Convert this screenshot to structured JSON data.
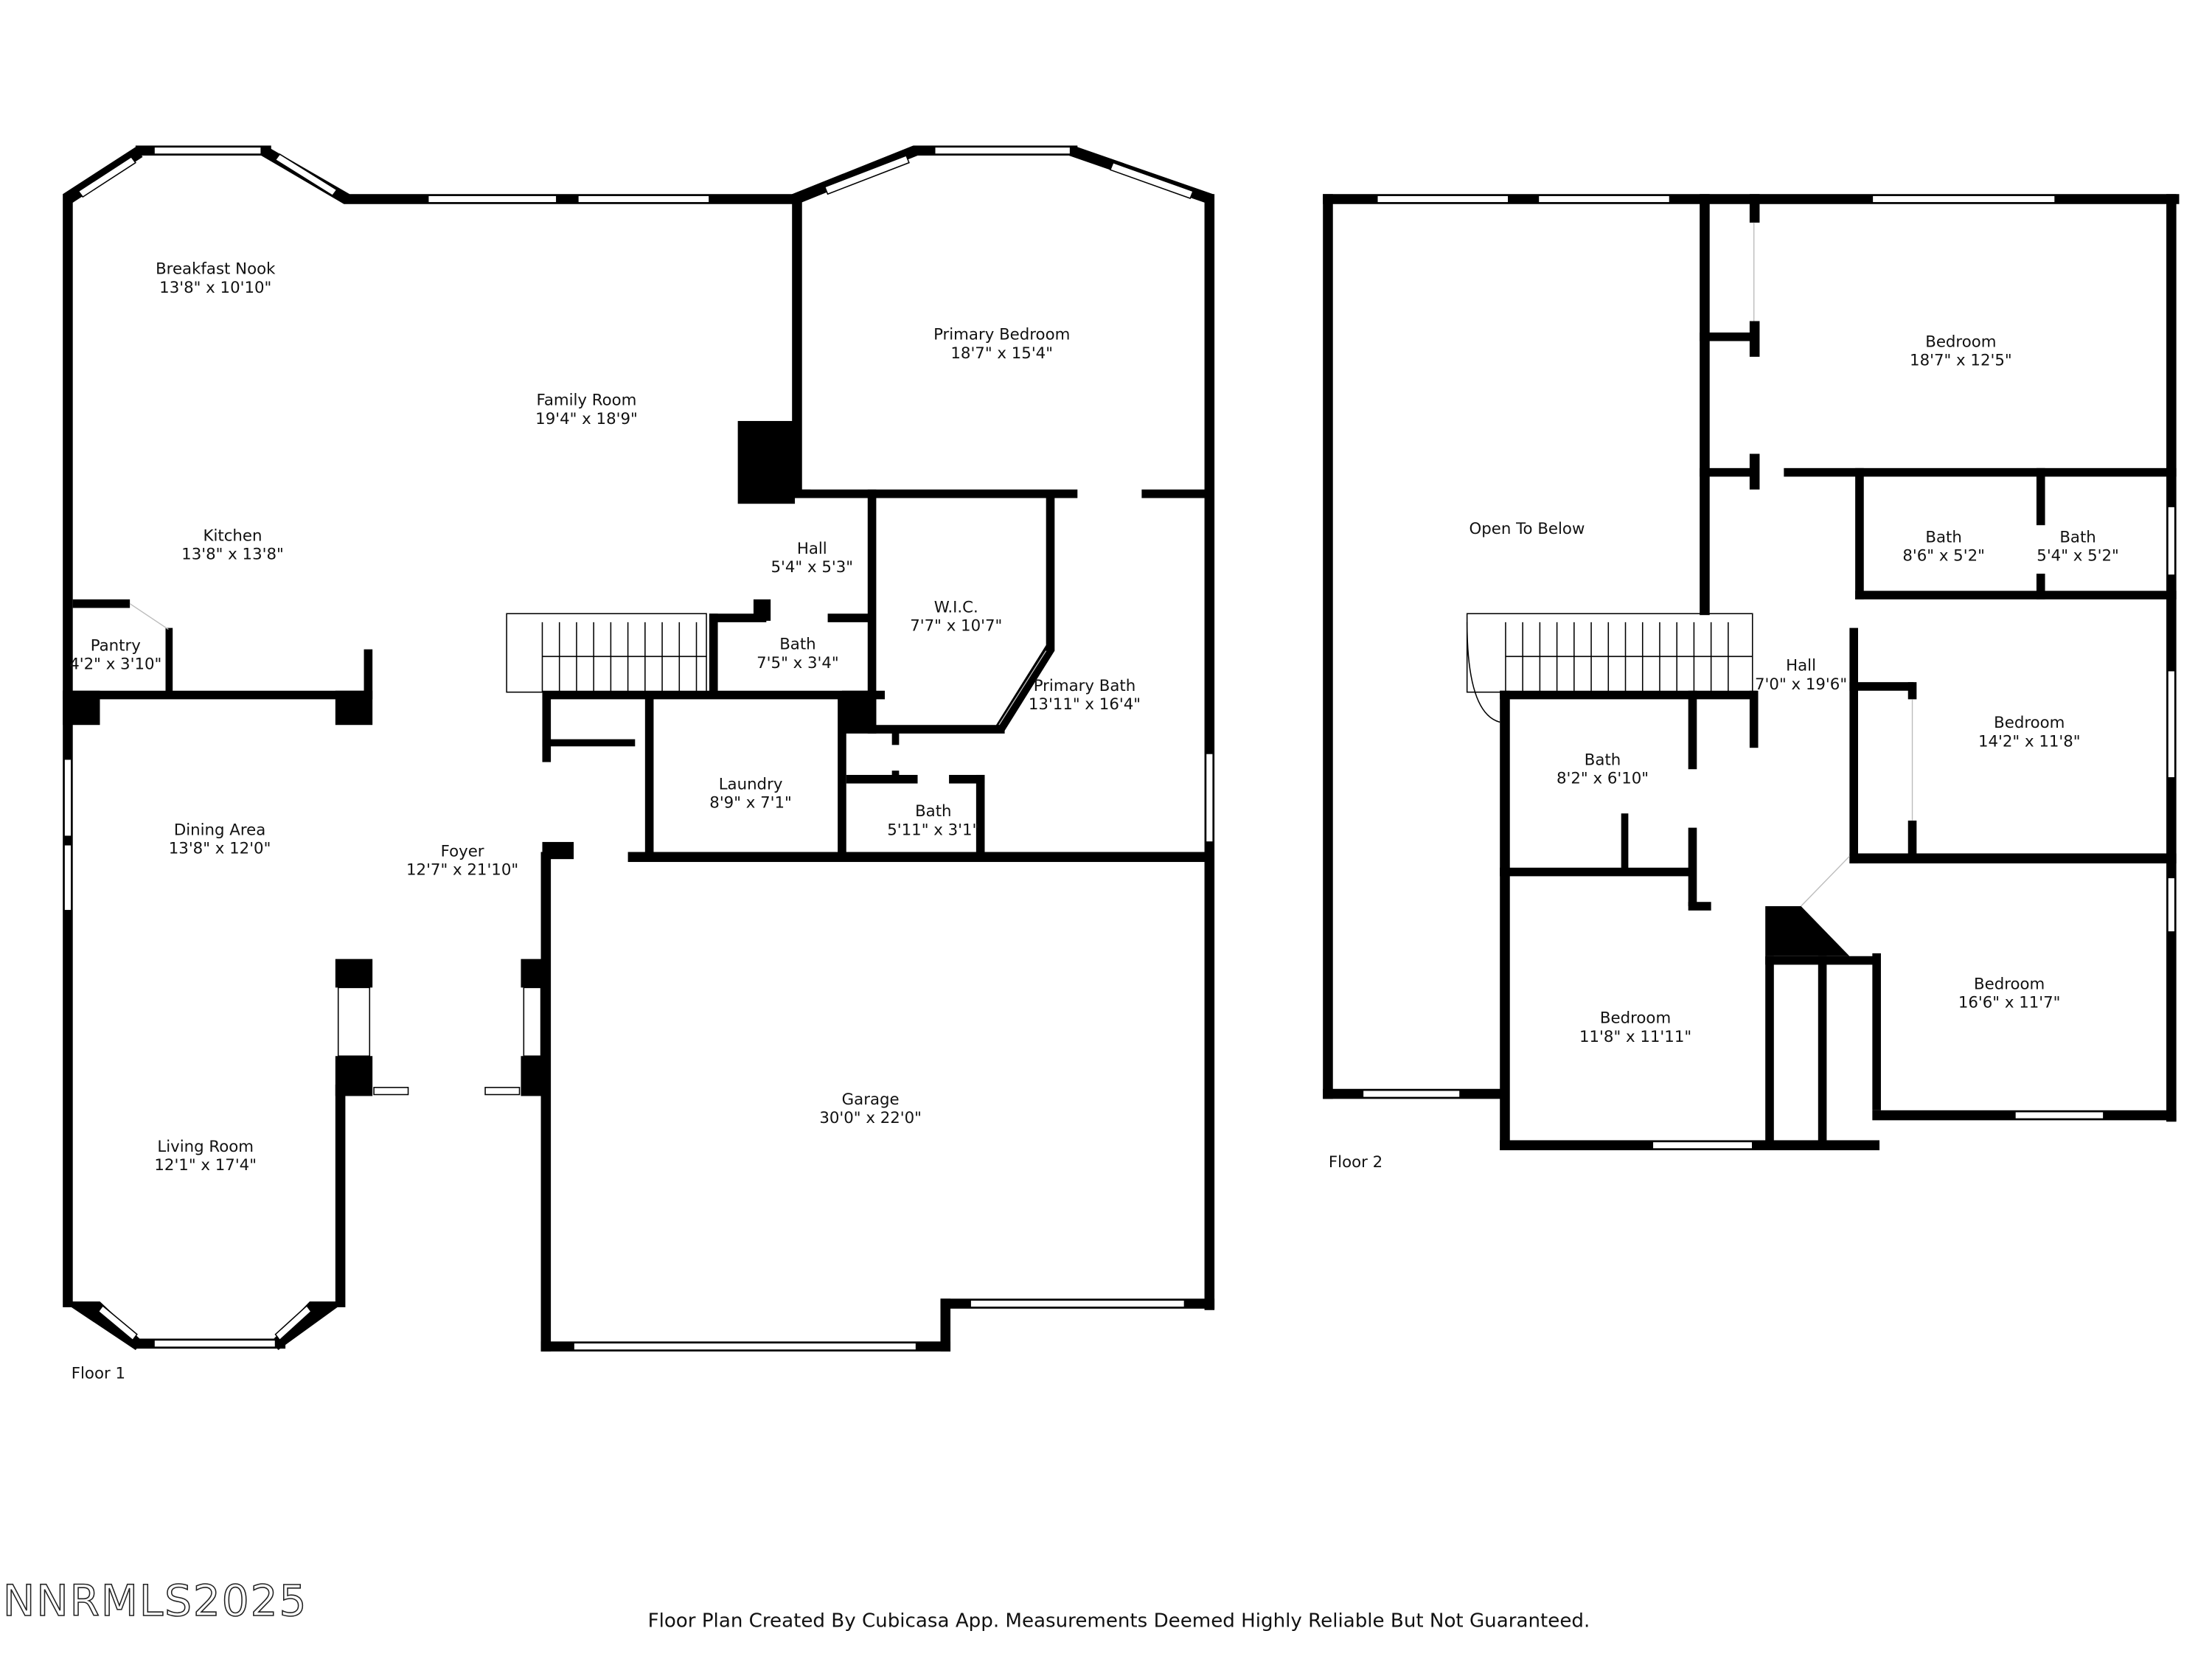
{
  "floor1": {
    "label": "Floor 1",
    "rooms": [
      {
        "name": "Breakfast Nook",
        "dims": "13'8\" x 10'10\""
      },
      {
        "name": "Family Room",
        "dims": "19'4\" x 18'9\""
      },
      {
        "name": "Primary Bedroom",
        "dims": "18'7\" x 15'4\""
      },
      {
        "name": "Kitchen",
        "dims": "13'8\" x 13'8\""
      },
      {
        "name": "Hall",
        "dims": "5'4\" x 5'3\""
      },
      {
        "name": "W.I.C.",
        "dims": "7'7\" x 10'7\""
      },
      {
        "name": "Pantry",
        "dims": "4'2\" x 3'10\""
      },
      {
        "name": "Bath",
        "dims": "7'5\" x 3'4\""
      },
      {
        "name": "Primary Bath",
        "dims": "13'11\" x 16'4\""
      },
      {
        "name": "Laundry",
        "dims": "8'9\" x 7'1\""
      },
      {
        "name": "Dining Area",
        "dims": "13'8\" x 12'0\""
      },
      {
        "name": "Bath",
        "dims": "5'11\" x 3'1\""
      },
      {
        "name": "Foyer",
        "dims": "12'7\" x 21'10\""
      },
      {
        "name": "Garage",
        "dims": "30'0\" x 22'0\""
      },
      {
        "name": "Living Room",
        "dims": "12'1\" x 17'4\""
      }
    ]
  },
  "floor2": {
    "label": "Floor 2",
    "rooms": [
      {
        "name": "Bedroom",
        "dims": "18'7\" x 12'5\""
      },
      {
        "name": "Open To Below",
        "dims": ""
      },
      {
        "name": "Bath",
        "dims": "8'6\" x 5'2\""
      },
      {
        "name": "Bath",
        "dims": "5'4\" x 5'2\""
      },
      {
        "name": "Hall",
        "dims": "7'0\" x 19'6\""
      },
      {
        "name": "Bedroom",
        "dims": "14'2\" x 11'8\""
      },
      {
        "name": "Bath",
        "dims": "8'2\" x 6'10\""
      },
      {
        "name": "Bedroom",
        "dims": "16'6\" x 11'7\""
      },
      {
        "name": "Bedroom",
        "dims": "11'8\" x 11'11\""
      }
    ]
  },
  "footer": {
    "disclaimer": "Floor Plan Created By Cubicasa App. Measurements Deemed Highly Reliable But Not Guaranteed.",
    "watermark": "NNRMLS2025"
  }
}
